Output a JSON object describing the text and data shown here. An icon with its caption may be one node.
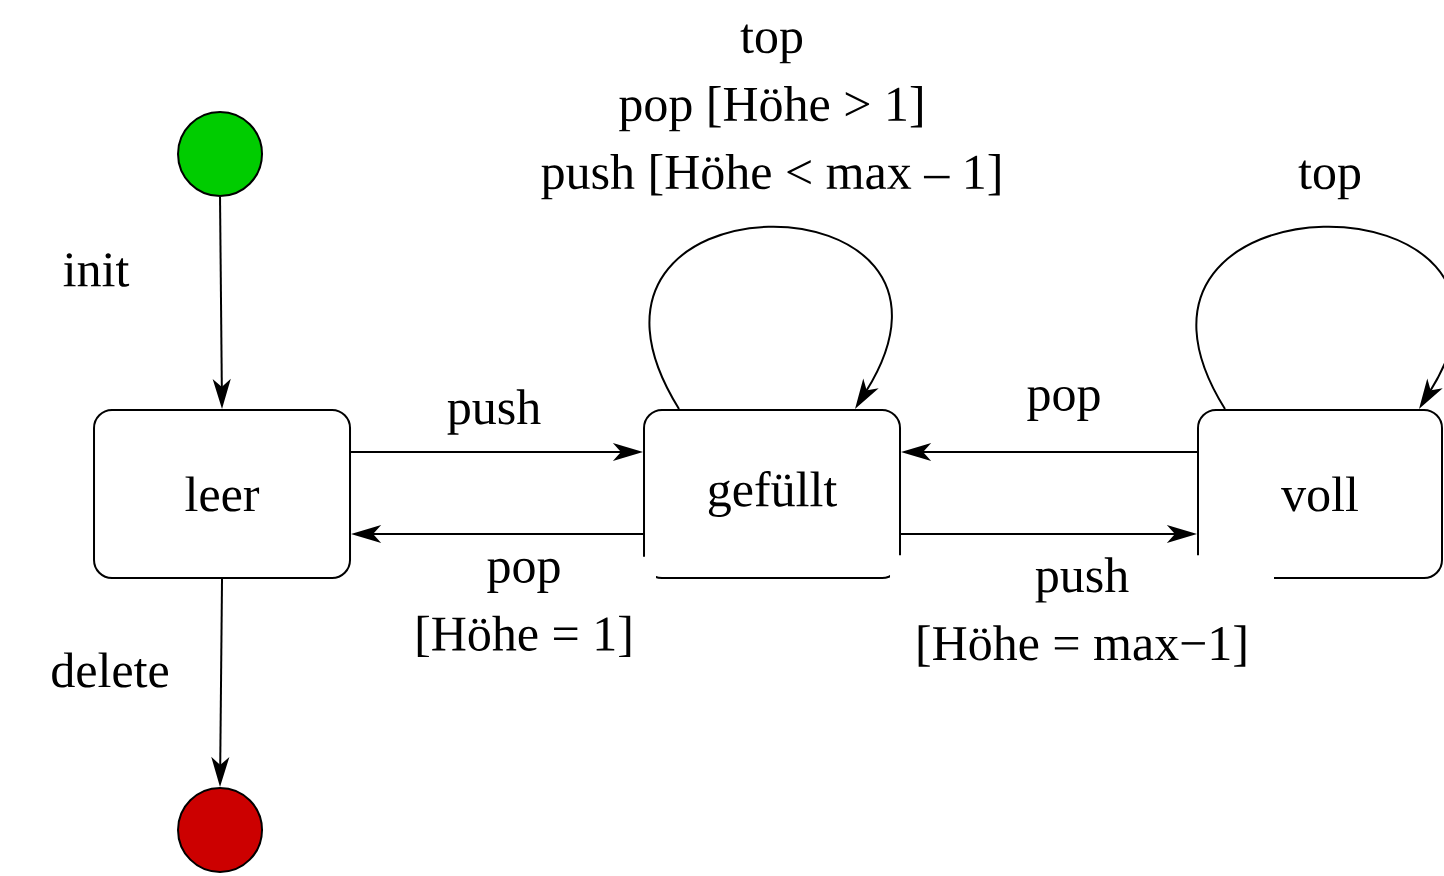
{
  "diagram": {
    "nodes": [
      {
        "text": [],
        "shape": "circle"
      },
      {
        "text": [
          "leer"
        ]
      },
      {
        "text": [
          "gefüllt"
        ]
      },
      {
        "text": [
          "voll"
        ]
      },
      {
        "text": [],
        "shape": "circle"
      }
    ],
    "edges": [
      {
        "from": 0,
        "to": 1,
        "arrow": "to",
        "label": "init"
      },
      {
        "from": 1,
        "to": 2,
        "arrow": "to",
        "label": "push"
      },
      {
        "from": 2,
        "to": 1,
        "arrow": "to",
        "label": "pop [Höhe = 1]"
      },
      {
        "from": 3,
        "to": 2,
        "arrow": "to",
        "label": "pop"
      },
      {
        "from": 2,
        "to": 3,
        "arrow": "to",
        "label": "push [Höhe = max−1]"
      },
      {
        "from": 2,
        "to": 2,
        "arrow": "to",
        "label": "top pop [Höhe > 1] push [Höhe < max – 1]"
      },
      {
        "from": 3,
        "to": 3,
        "arrow": "to",
        "label": "top"
      },
      {
        "from": 1,
        "to": 4,
        "arrow": "to",
        "label": "delete"
      }
    ]
  }
}
